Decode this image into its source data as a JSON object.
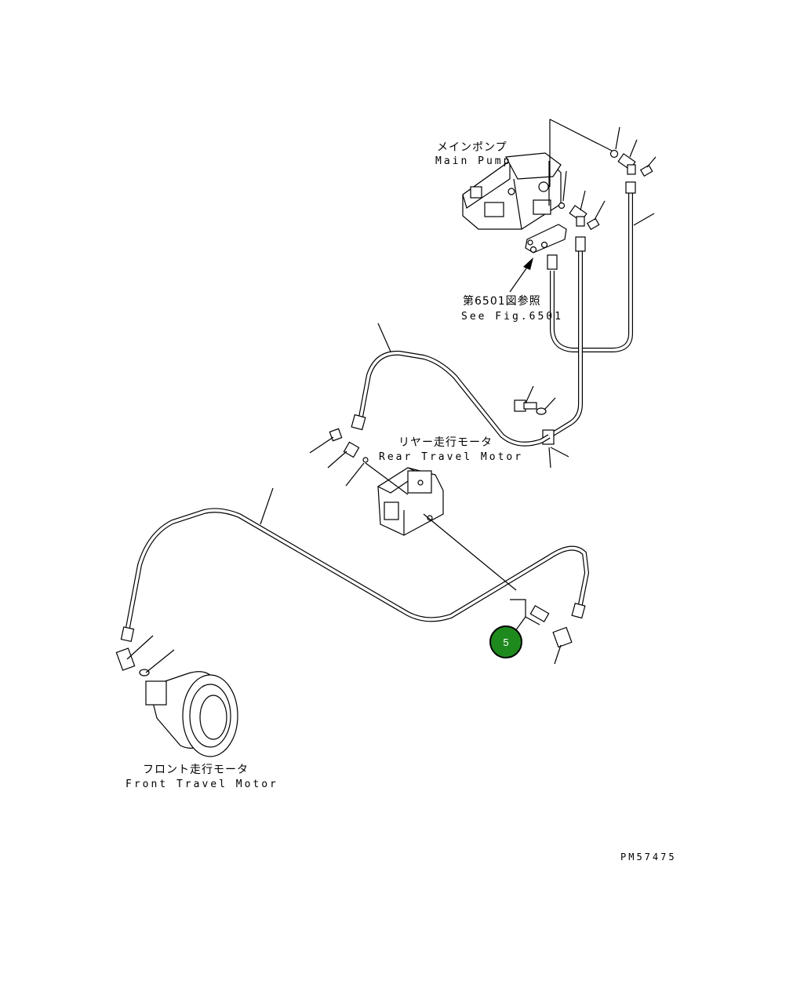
{
  "labels": {
    "main_pump_jp": "メインポンプ",
    "main_pump_en": "Main Pump",
    "see_fig_jp": "第6501図参照",
    "see_fig_en": "See Fig.6501",
    "rear_motor_jp": "リヤー走行モータ",
    "rear_motor_en": "Rear Travel Motor",
    "front_motor_jp": "フロント走行モータ",
    "front_motor_en": "Front Travel Motor",
    "drawing_id": "PM57475"
  },
  "callouts": [
    {
      "number": "5",
      "color": "#1e8a1e"
    }
  ]
}
